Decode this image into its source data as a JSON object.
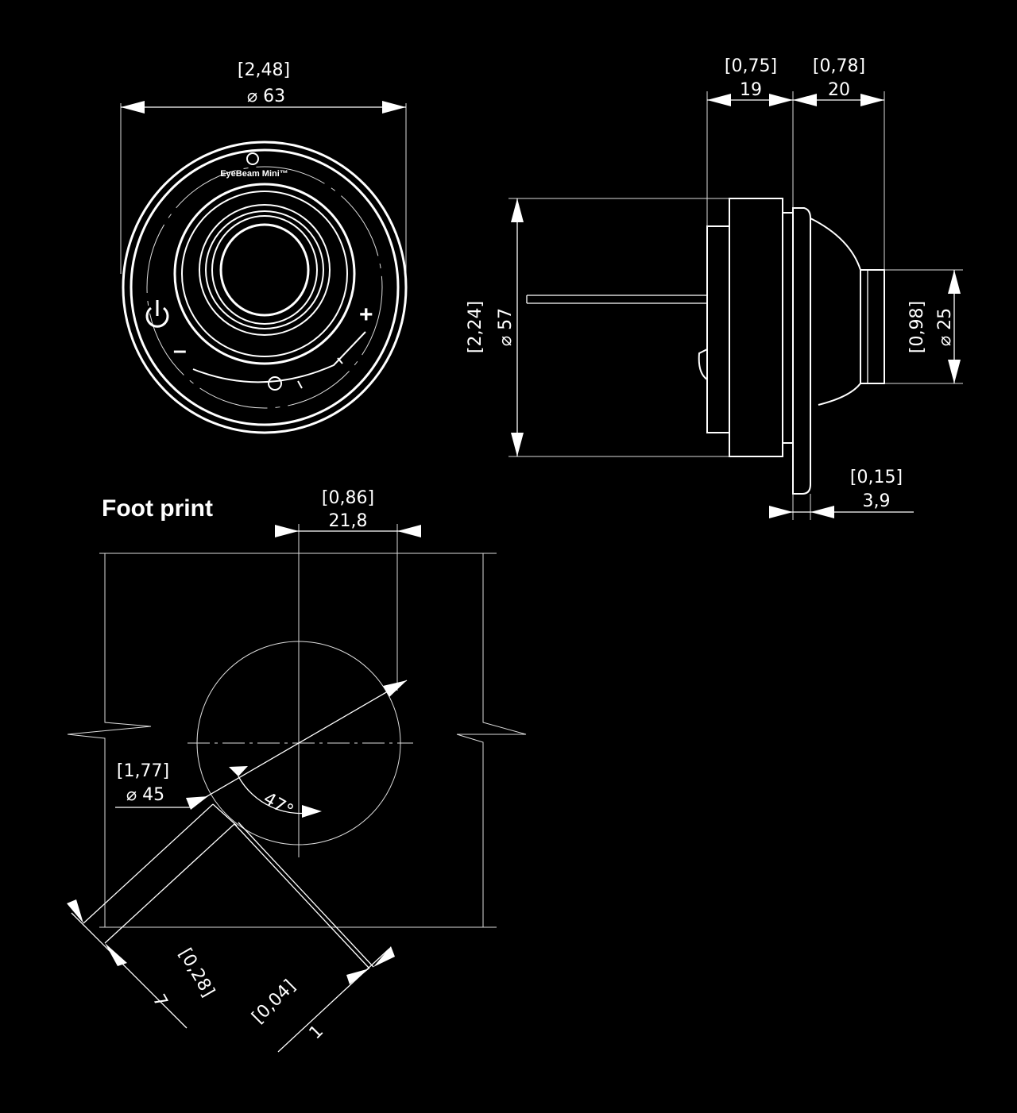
{
  "front_view": {
    "logo_text": "EyeBeam Mini™",
    "dim_diameter_in": "[2,48]",
    "dim_diameter_mm": "⌀ 63",
    "plus_label": "+",
    "minus_label": "–"
  },
  "side_view": {
    "dim_flange_in": "[0,75]",
    "dim_flange_mm": "19",
    "dim_front_in": "[0,78]",
    "dim_front_mm": "20",
    "dim_body_in": "[2,24]",
    "dim_body_mm": "⌀ 57",
    "dim_nose_in": "[0,98]",
    "dim_nose_mm": "⌀ 25",
    "dim_plate_in": "[0,15]",
    "dim_plate_mm": "3,9"
  },
  "footprint": {
    "title": "Foot print",
    "dim_offset_in": "[0,86]",
    "dim_offset_mm": "21,8",
    "dim_hole_in": "[1,77]",
    "dim_hole_mm": "⌀ 45",
    "angle": "47°",
    "dim_slot_in": "[0,28]",
    "dim_slot_mm": "7",
    "dim_gap_in": "[0,04]",
    "dim_gap_mm": "1"
  }
}
